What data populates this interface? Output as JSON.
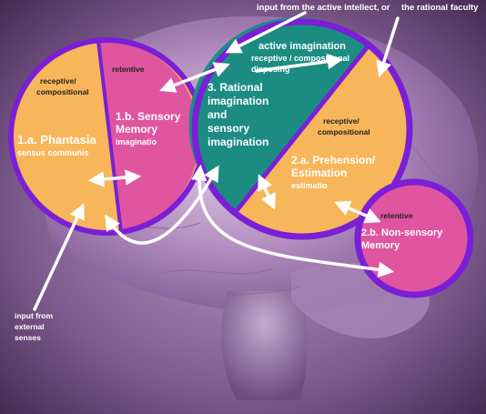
{
  "header": {
    "input_active_intellect": "input from the active intellect,",
    "or_word": "or",
    "input_rational_faculty": "the rational faculty"
  },
  "regions": {
    "phantasia": {
      "top_line1": "receptive/",
      "top_line2": "compositional",
      "title": "1.a. Phantasia",
      "subtitle": "sensus communis"
    },
    "sensory_memory": {
      "top": "retentive",
      "title_line1": "1.b. Sensory",
      "title_line2": "Memory",
      "subtitle": "imaginatio"
    },
    "rational_imagination": {
      "active_label": "active imagination",
      "subtitle_line1": "receptive / compositional",
      "subtitle_line2": "disposing",
      "title_line1": "3. Rational",
      "title_line2": "imagination",
      "title_line3": "and",
      "title_line4": "sensory",
      "title_line5": "imagination"
    },
    "prehension": {
      "top_line1": "receptive/",
      "top_line2": "compositional",
      "title_line1": "2.a. Prehension/",
      "title_line2": "Estimation",
      "subtitle": "estimatio"
    },
    "nonsensory_memory": {
      "top": "retentive",
      "title_line1": "2.b. Non-sensory",
      "title_line2": "Memory"
    }
  },
  "input_external": {
    "line1": "input from",
    "line2": "external",
    "line3": "senses"
  },
  "colors": {
    "orange": "#f7b65a",
    "pink": "#e0559f",
    "teal": "#1c8c83",
    "border": "#7a1fd6",
    "arrow": "#ffffff"
  }
}
